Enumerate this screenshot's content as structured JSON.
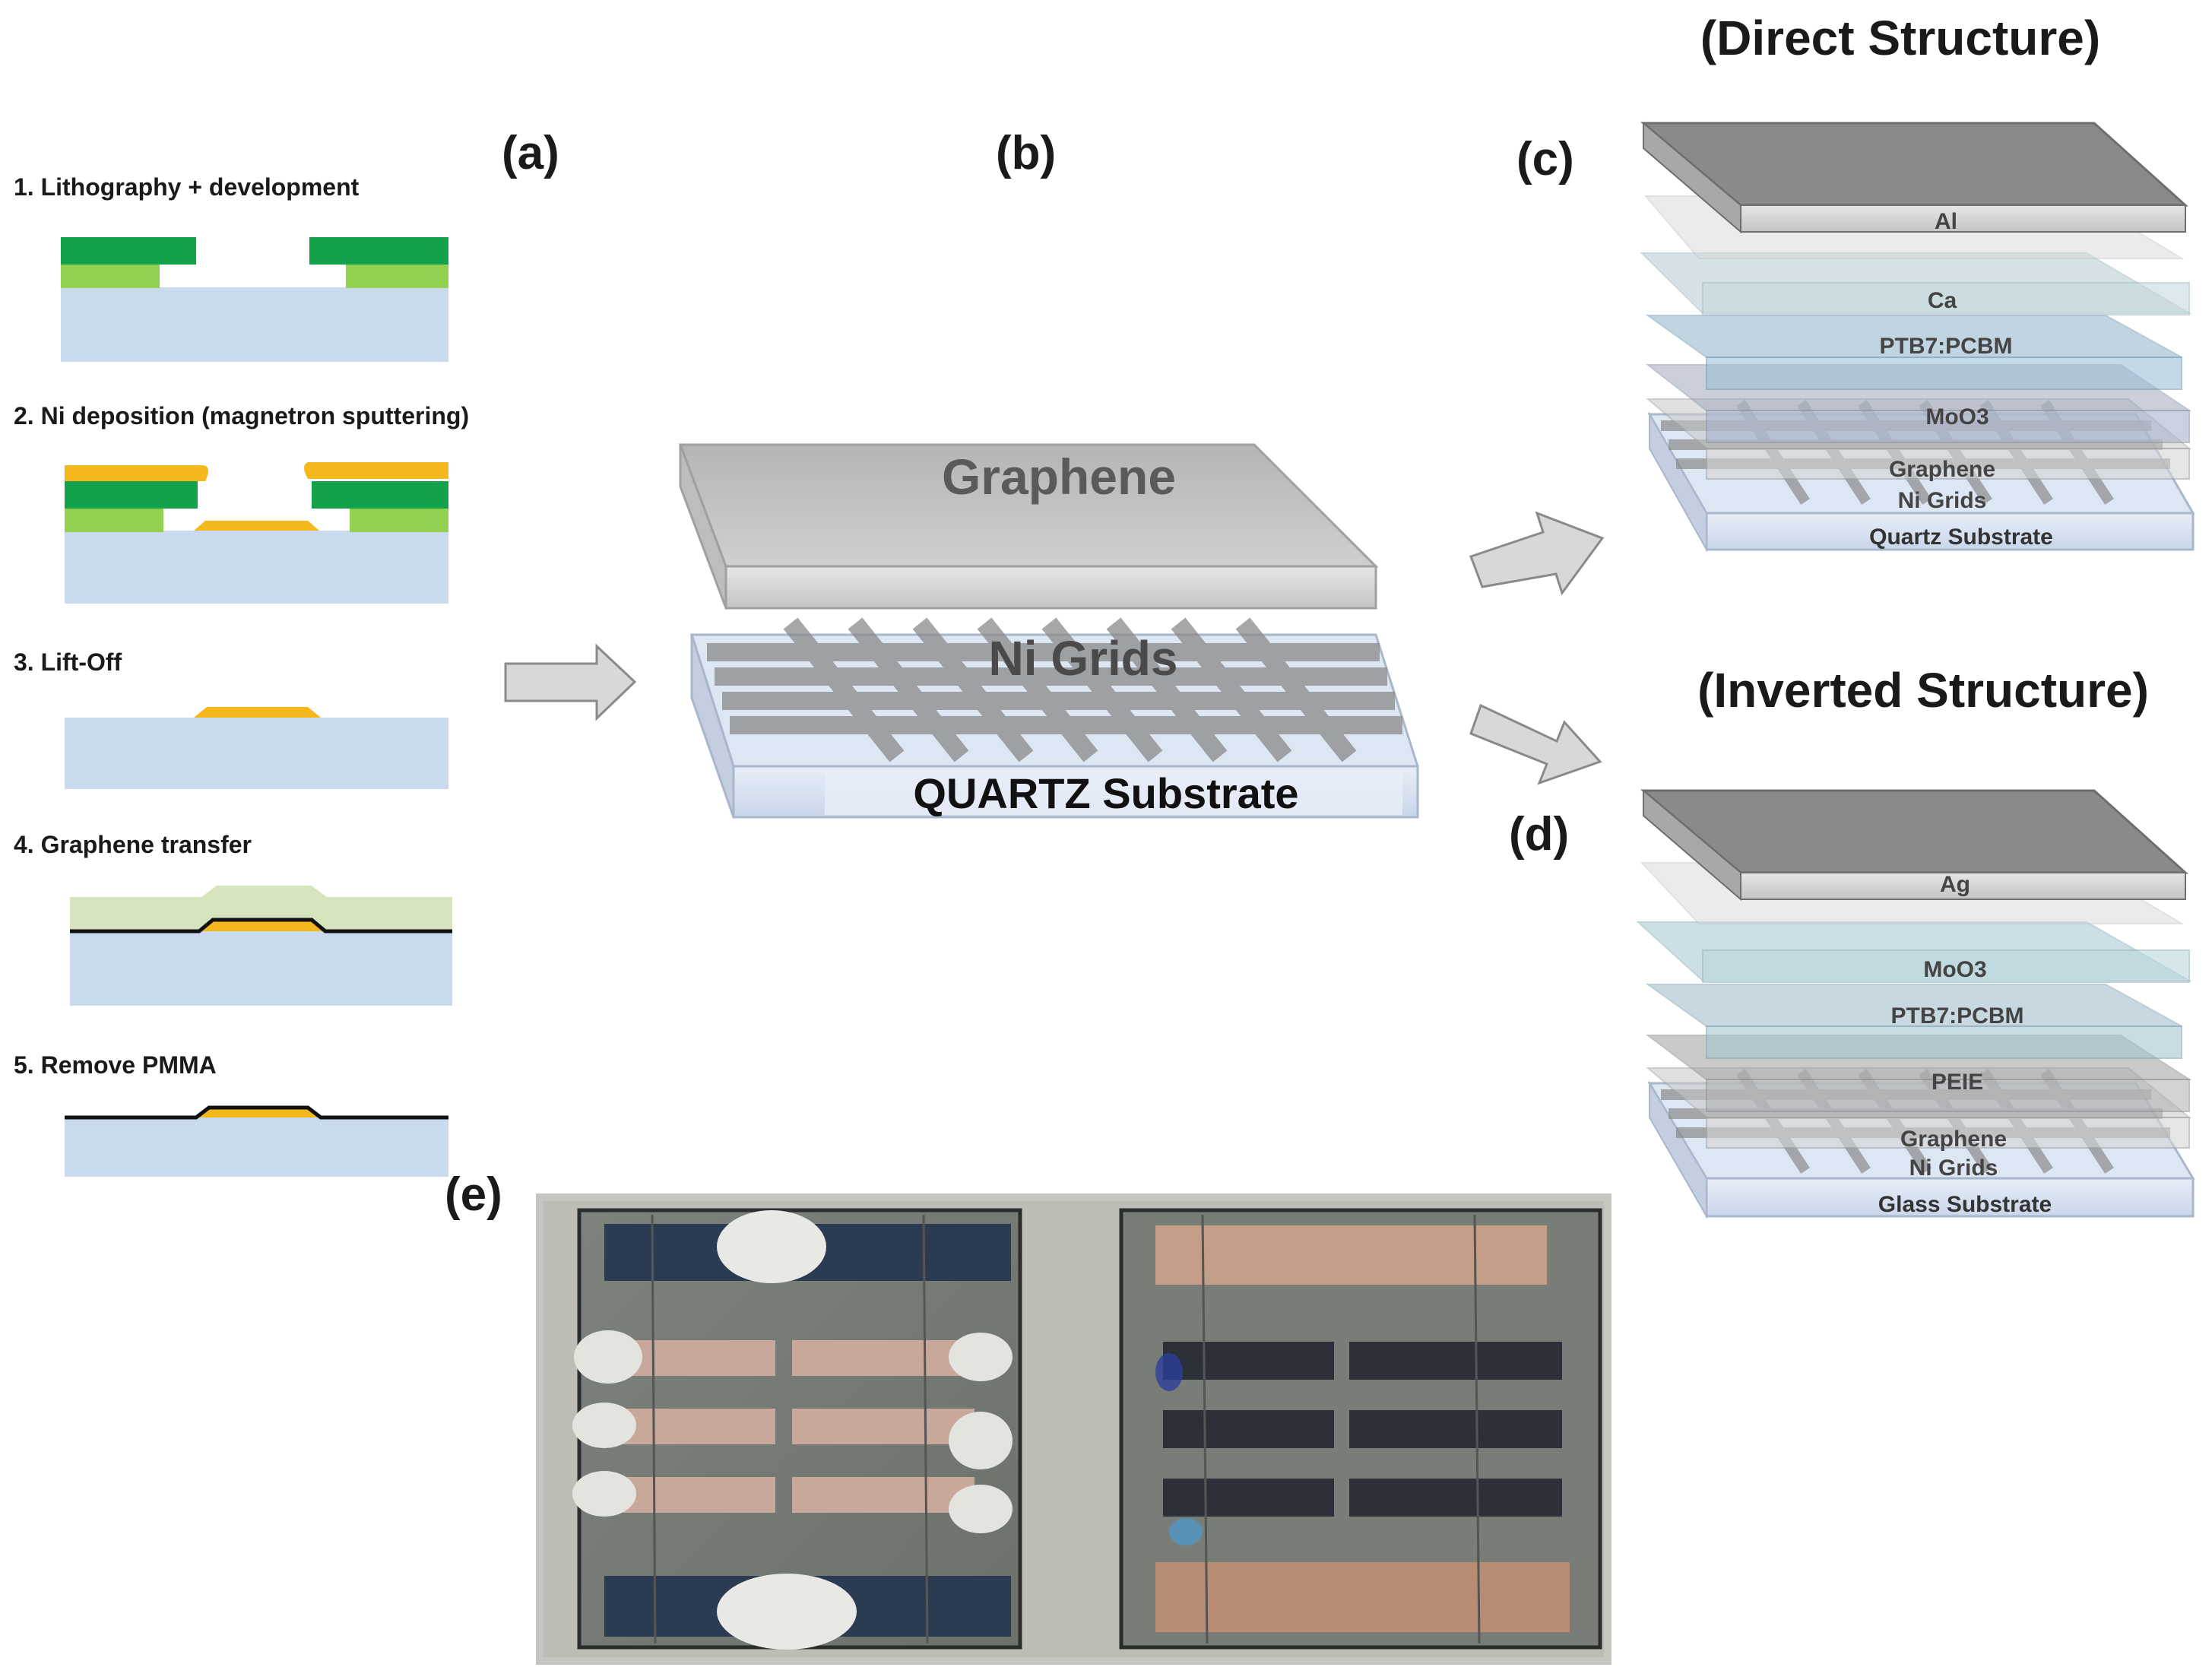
{
  "panel_labels": {
    "a": "(a)",
    "b": "(b)",
    "c": "(c)",
    "d": "(d)",
    "e": "(e)"
  },
  "process_steps": [
    "1. Lithography + development",
    "2. Ni deposition (magnetron sputtering)",
    "3. Lift-Off",
    "4. Graphene transfer",
    "5. Remove PMMA"
  ],
  "center_stack": {
    "top_layer": "Graphene",
    "grid_layer": "Ni Grids",
    "substrate": "QUARTZ Substrate"
  },
  "direct_structure": {
    "title": "(Direct Structure)",
    "layers": [
      "Al",
      "Ca",
      "PTB7:PCBM",
      "MoO3",
      "Graphene",
      "Ni Grids",
      "Quartz Substrate"
    ]
  },
  "inverted_structure": {
    "title": "(Inverted Structure)",
    "layers": [
      "Ag",
      "MoO3",
      "PTB7:PCBM",
      "PEIE",
      "Graphene",
      "Ni Grids",
      "Glass Substrate"
    ]
  },
  "colors": {
    "substrate": "#c9d9ee",
    "resist_dark": "#13a24a",
    "resist_light": "#92d050",
    "nickel": "#f5b81c",
    "pmma": "#d6e4bd",
    "layer_gray": "#9a9a9a",
    "top_metal": "#7a7a7a",
    "arrow_fill": "#d8d8d8"
  }
}
